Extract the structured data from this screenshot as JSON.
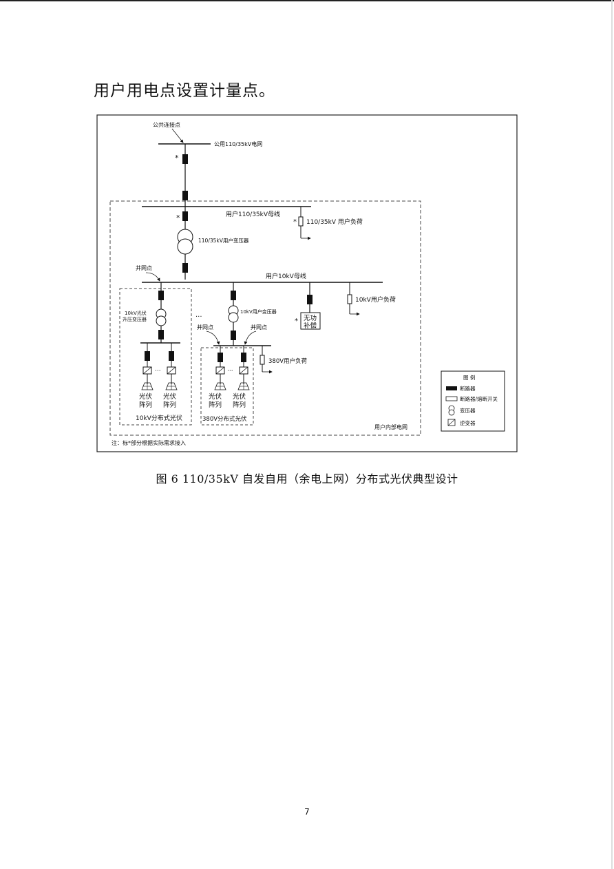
{
  "intro_text": "用户用电点设置计量点。",
  "figure": {
    "public_connection_point": "公共连接点",
    "public_grid": "公用110/35kV电网",
    "asterisk": "*",
    "user_hv_bus": "用户110/35kV母线",
    "hv_user_load": "110/35kV 用户负荷",
    "hv_user_transformer": "110/35kV用户变压器",
    "grid_point": "并网点",
    "user_10kv_bus": "用户10kV母线",
    "pv_step_up_transformer_line1": "10kV光伏",
    "pv_step_up_transformer_line2": "升压变压器",
    "ellipsis": "···",
    "user_10kv_transformer": "10kV用户变压器",
    "reactive_comp_line1": "无功",
    "reactive_comp_line2": "补偿",
    "user_10kv_load": "10kV用户负荷",
    "user_380v_load": "380V用户负荷",
    "pv_line1": "光伏",
    "pv_line2": "阵列",
    "distributed_pv_10kv": "10kV分布式光伏",
    "distributed_pv_380v": "380V分布式光伏",
    "internal_grid": "用户内部电网",
    "note": "注：标*部分根据实际需求接入",
    "legend": {
      "title": "图  例",
      "breaker": "断路器",
      "breaker_or_isolator": "断路器/熔断开关",
      "transformer": "变压器",
      "inverter": "逆变器"
    }
  },
  "caption": "图 6 110/35kV 自发自用（余电上网）分布式光伏典型设计",
  "page_number": "7"
}
